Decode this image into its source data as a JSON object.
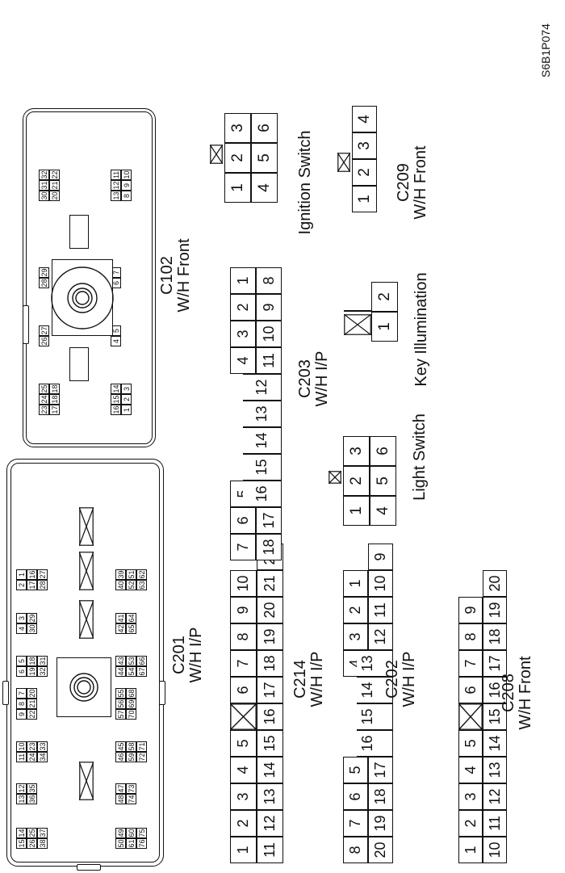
{
  "diagram_code": "S6B1P074",
  "connectors": {
    "c201": {
      "code": "C201",
      "harness": "W/H I/P",
      "left_groups": [
        [
          [
            "15",
            "14"
          ],
          [
            "26",
            "25"
          ],
          [
            "38",
            "37"
          ]
        ],
        [
          [
            "13",
            "12"
          ],
          [
            "36",
            "35"
          ]
        ],
        [
          [
            "11",
            "10"
          ],
          [
            "24",
            "23"
          ],
          [
            "34",
            "33"
          ]
        ],
        [
          [
            "9",
            "8",
            "7"
          ],
          [
            "22",
            "21",
            "20"
          ]
        ],
        [
          [
            "6",
            "5"
          ],
          [
            "19",
            "18"
          ],
          [
            "32",
            "31"
          ]
        ],
        [
          [
            "4",
            "3"
          ],
          [
            "30",
            "29"
          ]
        ],
        [
          [
            "2",
            "1"
          ],
          [
            "17",
            "16"
          ],
          [
            "28",
            "27"
          ]
        ]
      ],
      "right_groups": [
        [
          [
            "50",
            "49"
          ],
          [
            "61",
            "60"
          ],
          [
            "76",
            "75"
          ]
        ],
        [
          [
            "48",
            "47"
          ],
          [
            "74",
            "73"
          ]
        ],
        [
          [
            "46",
            "45"
          ],
          [
            "59",
            "58"
          ],
          [
            "72",
            "71"
          ]
        ],
        [
          [
            "57",
            "56",
            "55"
          ],
          [
            "70",
            "69",
            "68"
          ]
        ],
        [
          [
            "44",
            "43"
          ],
          [
            "54",
            "53"
          ],
          [
            "67",
            "66"
          ]
        ],
        [
          [
            "42",
            "41"
          ],
          [
            "65",
            "64"
          ]
        ],
        [
          [
            "40",
            "39"
          ],
          [
            "52",
            "51"
          ],
          [
            "63",
            "62"
          ]
        ]
      ]
    },
    "c102": {
      "code": "C102",
      "harness": "W/H Front",
      "groups": [
        [
          [
            "23",
            "24",
            "25"
          ],
          [
            "17",
            "18",
            "18"
          ]
        ],
        [
          [
            "26",
            "27"
          ]
        ],
        [
          [
            "28",
            "29"
          ]
        ],
        [
          [
            "30",
            "31",
            "32"
          ],
          [
            "20",
            "21",
            "22"
          ]
        ],
        [
          [
            "16",
            "15",
            "14"
          ],
          [
            "1",
            "2",
            "3"
          ]
        ],
        [
          [
            "4",
            "5"
          ]
        ],
        [
          [
            "6",
            "7"
          ]
        ],
        [
          [
            "13",
            "12",
            "11"
          ],
          [
            "8",
            "9",
            "10"
          ]
        ]
      ]
    },
    "c214": {
      "code": "C214",
      "harness": "W/H I/P",
      "top": [
        "1",
        "2",
        "3",
        "4",
        "5",
        "",
        "6",
        "7",
        "8",
        "9",
        "10"
      ],
      "bottom": [
        "11",
        "12",
        "13",
        "14",
        "15",
        "16",
        "17",
        "18",
        "19",
        "20",
        "21",
        "22"
      ]
    },
    "c202": {
      "code": "C202",
      "harness": "W/H I/P",
      "top": [
        "8",
        "7",
        "6",
        "5",
        "",
        "",
        "",
        "4",
        "3",
        "2",
        "1"
      ],
      "bottom": [
        "20",
        "19",
        "18",
        "17",
        "16",
        "15",
        "14",
        "13",
        "12",
        "11",
        "10",
        "9"
      ]
    },
    "c208": {
      "code": "C208",
      "harness": "W/H Front",
      "top": [
        "1",
        "2",
        "3",
        "4",
        "5",
        "",
        "6",
        "7",
        "8",
        "9"
      ],
      "bottom": [
        "10",
        "11",
        "12",
        "13",
        "14",
        "15",
        "16",
        "17",
        "18",
        "19",
        "20"
      ]
    },
    "c203": {
      "code": "C203",
      "harness": "W/H I/P",
      "top": [
        "7",
        "6",
        "5",
        "",
        "",
        "",
        "",
        "4",
        "3",
        "2",
        "1"
      ],
      "bottom": [
        "18",
        "17",
        "16",
        "15",
        "14",
        "13",
        "12",
        "11",
        "10",
        "9",
        "8"
      ]
    },
    "light_switch": {
      "name": "Light Switch",
      "top": [
        "1",
        "2",
        "3"
      ],
      "bottom": [
        "4",
        "5",
        "6"
      ]
    },
    "key_illumination": {
      "name": "Key Illumination",
      "top": [
        "1",
        "2"
      ]
    },
    "ignition_switch": {
      "name": "Ignition Switch",
      "top": [
        "1",
        "2",
        "3"
      ],
      "bottom": [
        "4",
        "5",
        "6"
      ]
    },
    "c209": {
      "code": "C209",
      "harness": "W/H Front",
      "top": [
        "1",
        "2",
        "3",
        "4"
      ]
    }
  }
}
